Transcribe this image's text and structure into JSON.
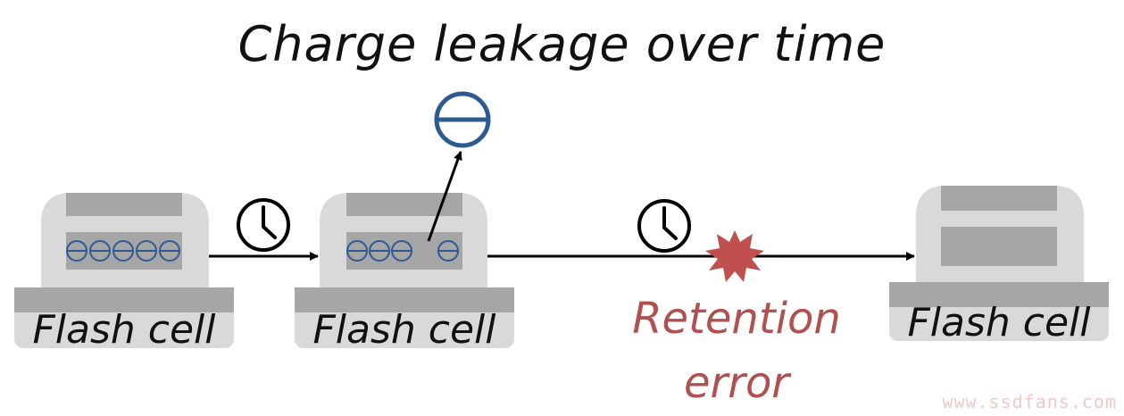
{
  "title": "Charge leakage over time",
  "cells": [
    {
      "label": "Flash cell",
      "electrons": 5
    },
    {
      "label": "Flash cell",
      "electrons": 4
    },
    {
      "label": "Flash cell",
      "electrons": 0
    }
  ],
  "error_label": [
    "Retention",
    "error"
  ],
  "watermark": "www.ssdfans.com",
  "colors": {
    "cell_outer": "#d9d9d9",
    "cell_inner": "#a6a6a6",
    "electron": "#2e5a94",
    "error": "#c0504d",
    "error_text": "#b0504f",
    "line": "#000000"
  }
}
